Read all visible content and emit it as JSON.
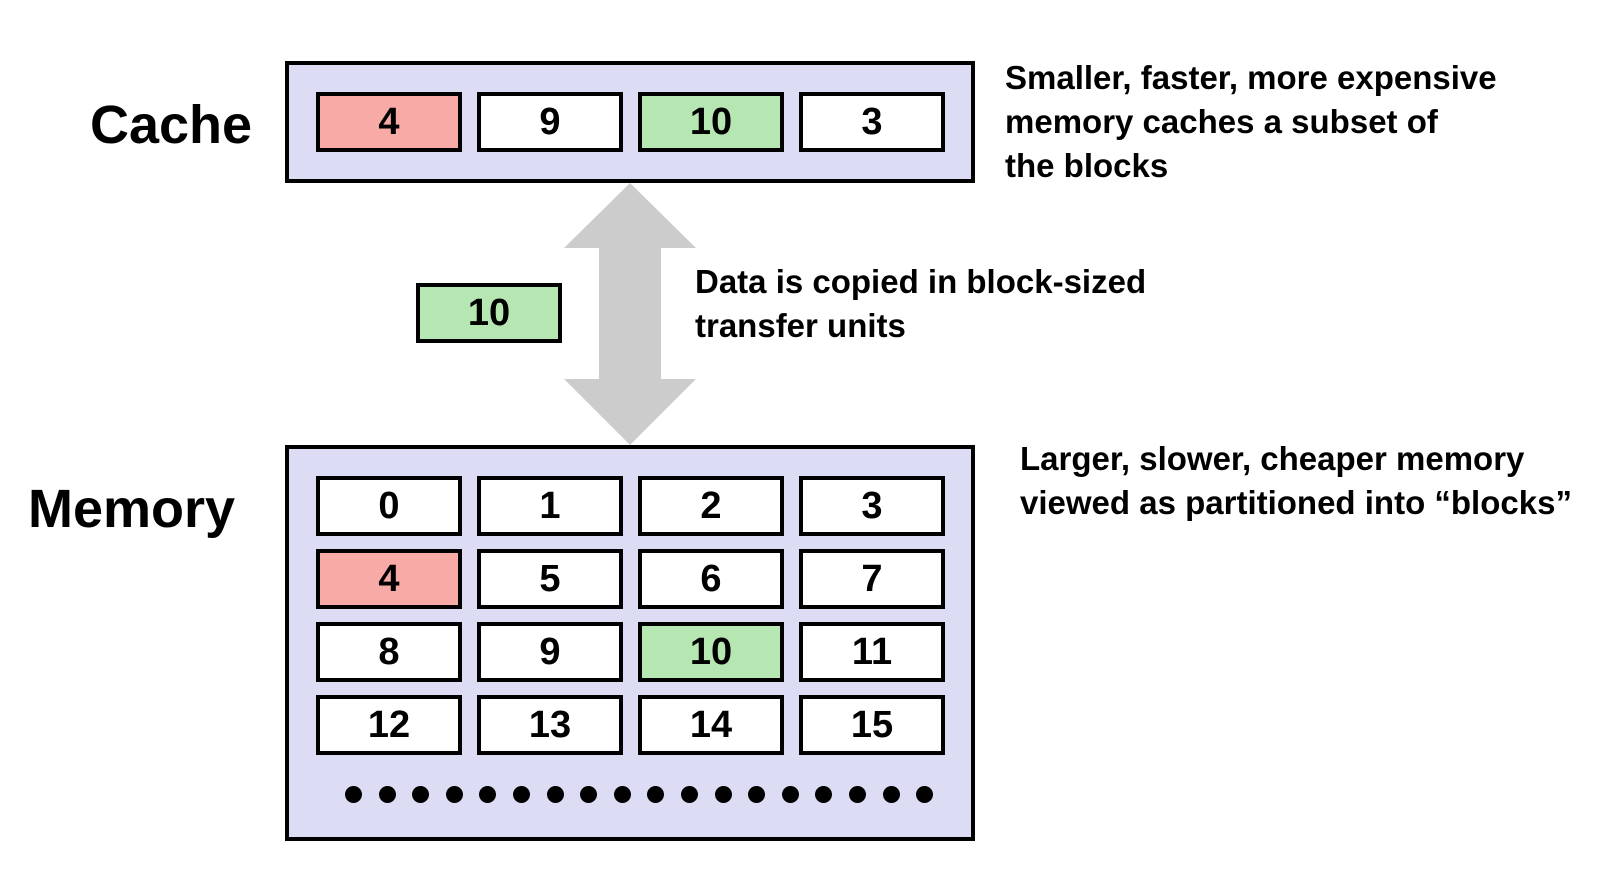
{
  "cache": {
    "title": "Cache",
    "description": "Smaller, faster, more expensive\nmemory caches a  subset of\nthe blocks",
    "blocks": [
      {
        "label": "4",
        "highlight": "red"
      },
      {
        "label": "9",
        "highlight": "none"
      },
      {
        "label": "10",
        "highlight": "green"
      },
      {
        "label": "3",
        "highlight": "none"
      }
    ]
  },
  "transfer": {
    "description": "Data is copied in block-sized\ntransfer units",
    "block_label": "10",
    "block_highlight": "green"
  },
  "memory": {
    "title": "Memory",
    "description": "Larger, slower, cheaper memory\nviewed as partitioned into “blocks”",
    "blocks": [
      {
        "label": "0",
        "highlight": "none"
      },
      {
        "label": "1",
        "highlight": "none"
      },
      {
        "label": "2",
        "highlight": "none"
      },
      {
        "label": "3",
        "highlight": "none"
      },
      {
        "label": "4",
        "highlight": "red"
      },
      {
        "label": "5",
        "highlight": "none"
      },
      {
        "label": "6",
        "highlight": "none"
      },
      {
        "label": "7",
        "highlight": "none"
      },
      {
        "label": "8",
        "highlight": "none"
      },
      {
        "label": "9",
        "highlight": "none"
      },
      {
        "label": "10",
        "highlight": "green"
      },
      {
        "label": "11",
        "highlight": "none"
      },
      {
        "label": "12",
        "highlight": "none"
      },
      {
        "label": "13",
        "highlight": "none"
      },
      {
        "label": "14",
        "highlight": "none"
      },
      {
        "label": "15",
        "highlight": "none"
      }
    ],
    "ellipsis_dot_count": 18
  },
  "colors": {
    "panel_fill": "#dcdcf5",
    "highlight_red": "#f7aaa6",
    "highlight_green": "#b6e6b1",
    "arrow": "#cccccc"
  }
}
